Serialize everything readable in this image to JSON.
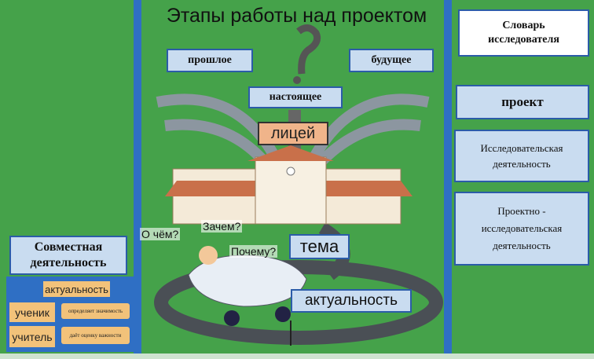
{
  "title": "Этапы работы над проектом",
  "center": {
    "past": "прошлое",
    "future": "будущее",
    "present": "настоящее",
    "lyceum": "лицей",
    "question_what": "О чём?",
    "question_why": "Зачем?",
    "question_whyfor": "Почему?",
    "topic": "тема",
    "relevance": "актуальность"
  },
  "left": {
    "heading": "Совместная деятельность",
    "relevance": "актуальность",
    "student": "ученик",
    "student_role": "определяет значимость",
    "teacher": "учитель",
    "teacher_role": "даёт оценку важности"
  },
  "right": {
    "dictionary": "Словарь исследователя",
    "terms": [
      "проект",
      "Исследовательская деятельность",
      "Проектно - исследовательская деятельность"
    ]
  },
  "colors": {
    "grass": "#45a24a",
    "blue": "#2f6fc4",
    "label": "#c9dcf0",
    "peach": "#f2c27a"
  }
}
